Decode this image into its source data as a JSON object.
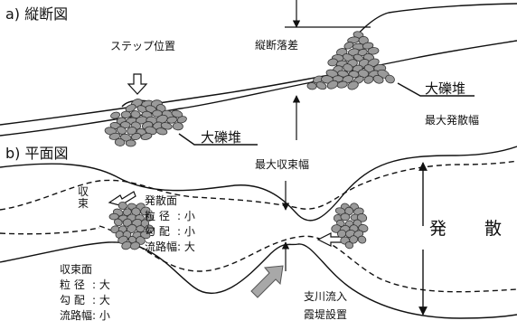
{
  "panel_a": {
    "title": "a) 縦断図",
    "step_position": "ステップ位置",
    "longitudinal_drop": "縦断落差",
    "boulder_upper": "大礫堆",
    "boulder_lower": "大礫堆"
  },
  "panel_b": {
    "title": "b) 平面図",
    "max_spread_width": "最大発散幅",
    "max_converge_width": "最大収束幅",
    "converge_mark": "収束",
    "diverge": "発 散",
    "diverge_face": {
      "title": "発散面",
      "rows": [
        {
          "key": "粒 径",
          "value": ": 小"
        },
        {
          "key": "勾 配",
          "value": ": 小"
        },
        {
          "key": "流路幅",
          "value": ": 大"
        }
      ]
    },
    "converge_face": {
      "title": "収束面",
      "rows": [
        {
          "key": "粒 径",
          "value": ": 大"
        },
        {
          "key": "勾 配",
          "value": ": 大"
        },
        {
          "key": "流路幅",
          "value": ": 小"
        }
      ]
    },
    "tributary_inflow": "支川流入",
    "levee_installation": "霞堤設置"
  },
  "colors": {
    "stone_fill": "#9a9a9a",
    "stone_stroke": "#333333",
    "line": "#111111",
    "arrow_gray": "#a8a8a8"
  }
}
